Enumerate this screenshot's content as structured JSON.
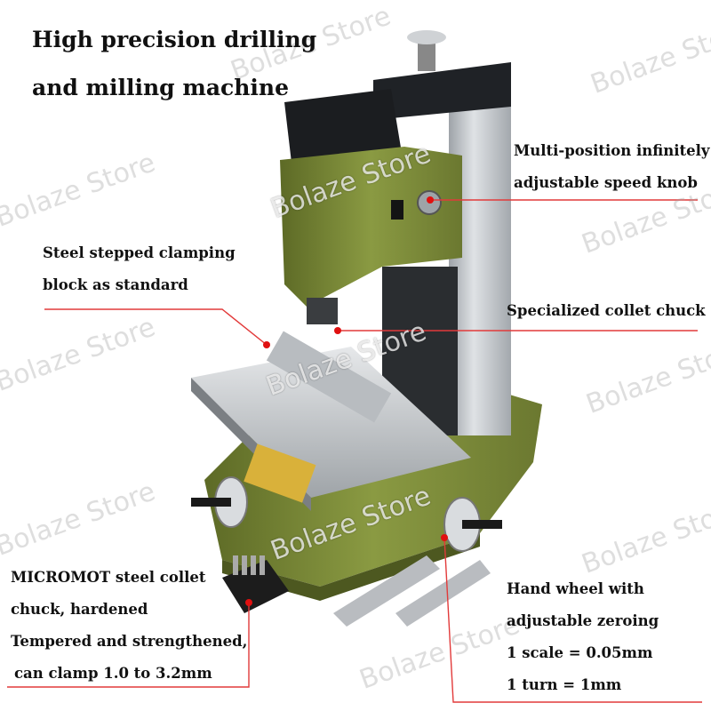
{
  "title": {
    "line1": "High precision drilling",
    "line2": "and milling machine"
  },
  "callouts": {
    "speed_knob": {
      "line1": "Multi-position infinitely",
      "line2": "adjustable speed knob"
    },
    "clamping_block": {
      "line1": "Steel stepped clamping",
      "line2": "block as standard"
    },
    "collet_chuck": {
      "line1": "Specialized collet chuck"
    },
    "micromot": {
      "line1": "MICROMOT steel collet",
      "line2": "chuck, hardened",
      "line3": "Tempered and strengthened,",
      "line4": "can clamp 1.0 to 3.2mm"
    },
    "hand_wheel": {
      "line1": "Hand wheel with",
      "line2": "adjustable zeroing",
      "line3": "1 scale = 0.05mm",
      "line4": "1 turn = 1mm"
    }
  },
  "watermark": "Bolaze Store",
  "colors": {
    "machine_green": "#7d8a3a",
    "callout_line": "#e23a3a",
    "callout_dot": "#e01010",
    "steel": "#c8cbcf"
  }
}
